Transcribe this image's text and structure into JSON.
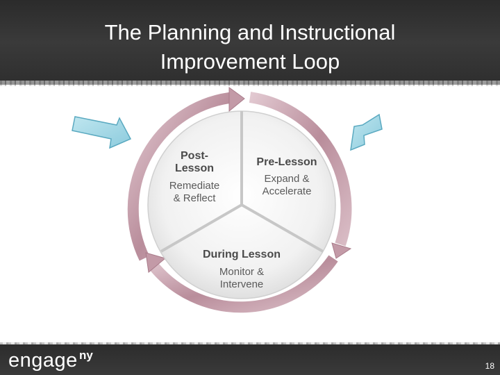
{
  "slide": {
    "title_line1": "The Planning and Instructional",
    "title_line2": "Improvement Loop",
    "page_number": "18"
  },
  "logo": {
    "text": "engage",
    "superscript": "ny"
  },
  "cycle": {
    "segments": [
      {
        "heading_line1": "Post-",
        "heading_line2": "Lesson",
        "body_line1": "Remediate",
        "body_line2": "& Reflect"
      },
      {
        "heading_line1": "Pre-Lesson",
        "heading_line2": "",
        "body_line1": "Expand &",
        "body_line2": "Accelerate"
      },
      {
        "heading_line1": "During Lesson",
        "heading_line2": "",
        "body_line1": "Monitor &",
        "body_line2": "Intervene"
      }
    ]
  },
  "colors": {
    "heading_text": "#4a4a4a",
    "body_text": "#5a5a5a",
    "ring": "#c9a4b0",
    "pointer_arrow": "#9fd4e3"
  }
}
